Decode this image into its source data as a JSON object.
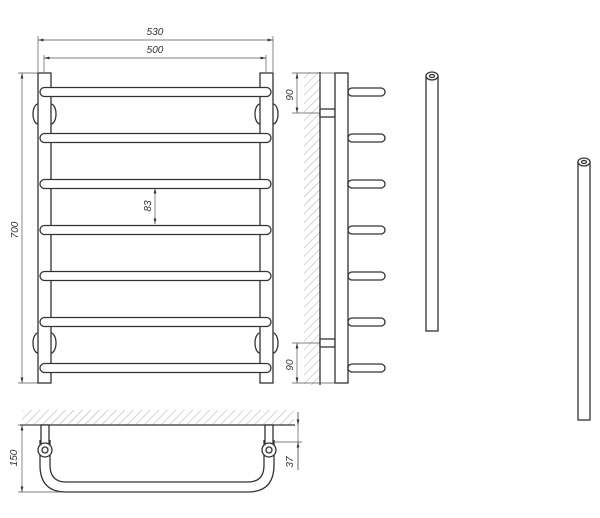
{
  "title": "Towel rail technical drawing",
  "dimensions": {
    "overall_width": "530",
    "axis_width": "500",
    "height": "700",
    "bar_spacing": "83",
    "top_bracket_offset": "90",
    "bottom_bracket_offset": "90",
    "depth": "150",
    "bracket_depth": "37"
  },
  "bar_count": 7
}
